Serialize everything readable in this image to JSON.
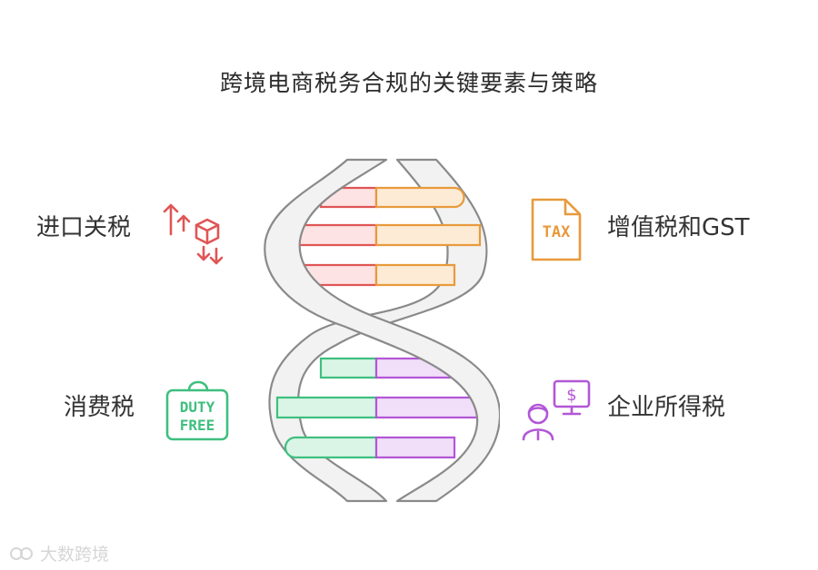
{
  "title": "跨境电商税务合规的关键要素与策略",
  "items": {
    "import_duty": {
      "label": "进口关税",
      "icon": "package-arrows-icon",
      "color": "#e05555"
    },
    "vat_gst": {
      "label": "增值税和GST",
      "icon": "tax-document-icon",
      "color": "#e89a3c",
      "icon_text": "TAX"
    },
    "consumption_tax": {
      "label": "消费税",
      "icon": "duty-free-bag-icon",
      "color": "#3fbf7f",
      "icon_text_1": "DUTY",
      "icon_text_2": "FREE"
    },
    "corporate_tax": {
      "label": "企业所得税",
      "icon": "person-dollar-screen-icon",
      "color": "#b257d6",
      "icon_text": "$"
    }
  },
  "watermark": {
    "text": "大数跨境",
    "icon": "watermark-logo-icon"
  }
}
